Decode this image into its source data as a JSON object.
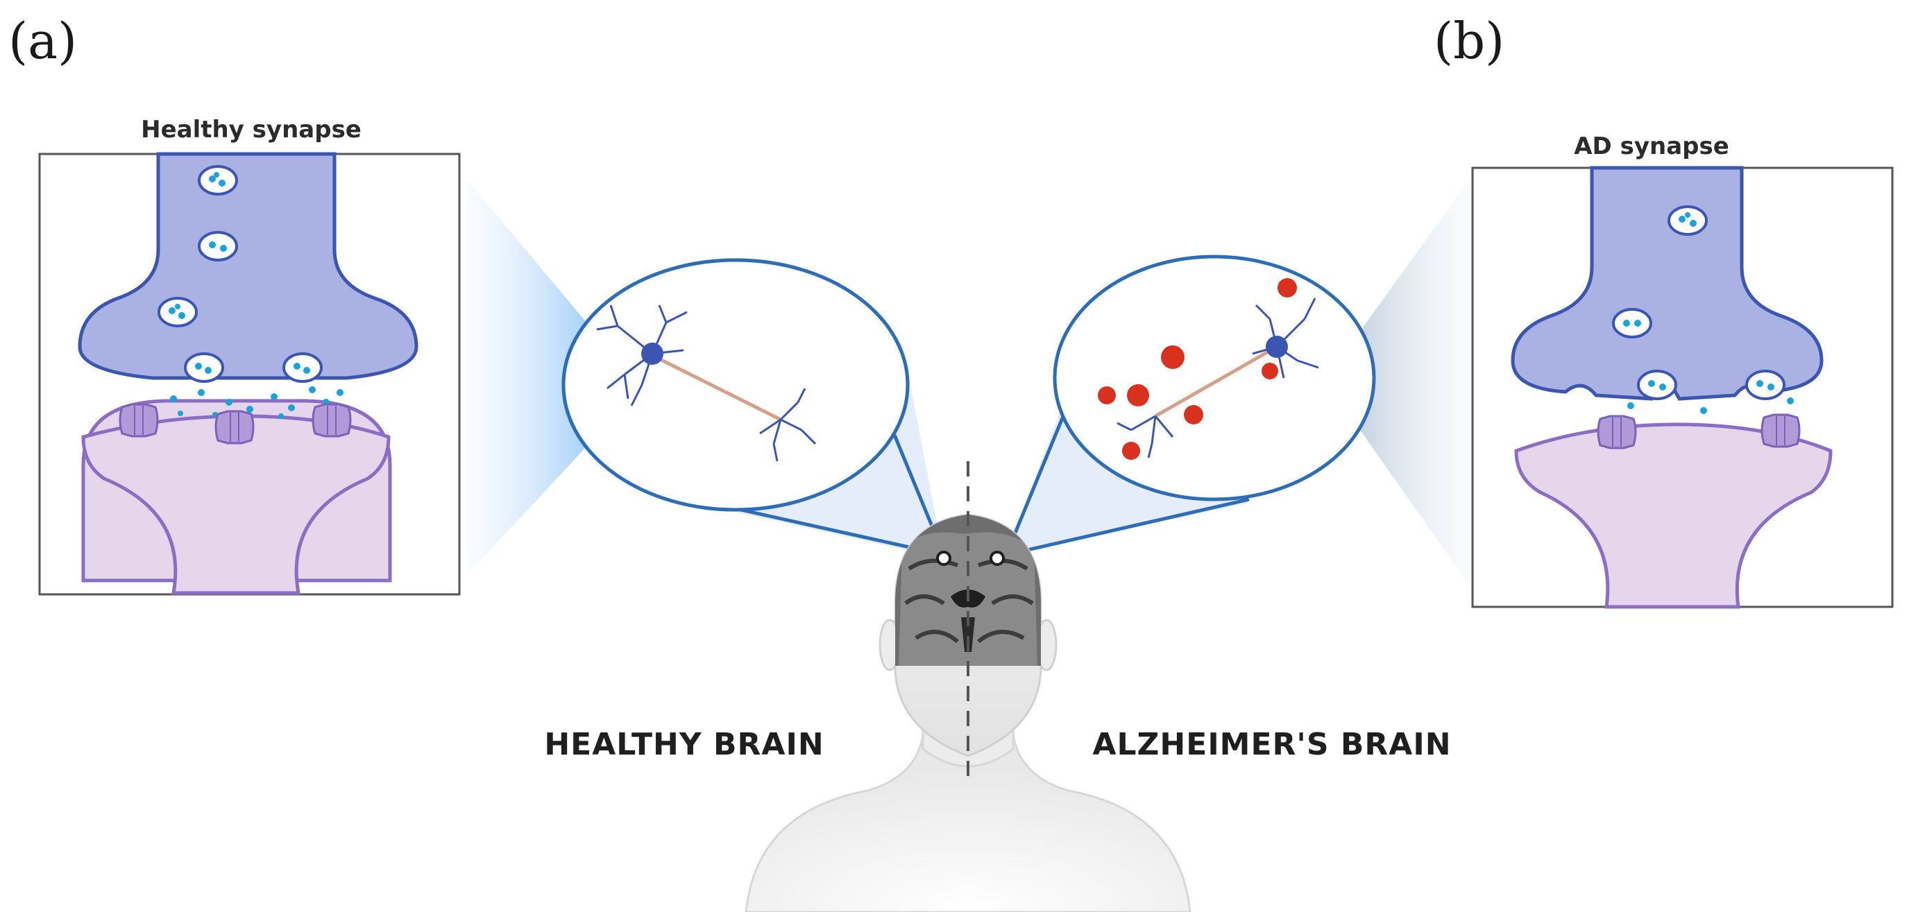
{
  "panels": {
    "left_label": "(a)",
    "right_label": "(b)"
  },
  "synapses": {
    "healthy_title": "Healthy synapse",
    "ad_title": "AD synapse"
  },
  "brain": {
    "healthy_label": "HEALTHY BRAIN",
    "alzheimer_label": "ALZHEIMER'S BRAIN"
  },
  "colors": {
    "presynaptic": "#a9b2e2",
    "presynaptic_outline": "#3a56b0",
    "postsynaptic": "#e6d6ec",
    "postsynaptic_outline": "#8b6ec3",
    "neurotransmitter": "#1aa3d9",
    "amyloid_plaque": "#d8321e",
    "zoom_circle_outline": "#2c6db5"
  }
}
